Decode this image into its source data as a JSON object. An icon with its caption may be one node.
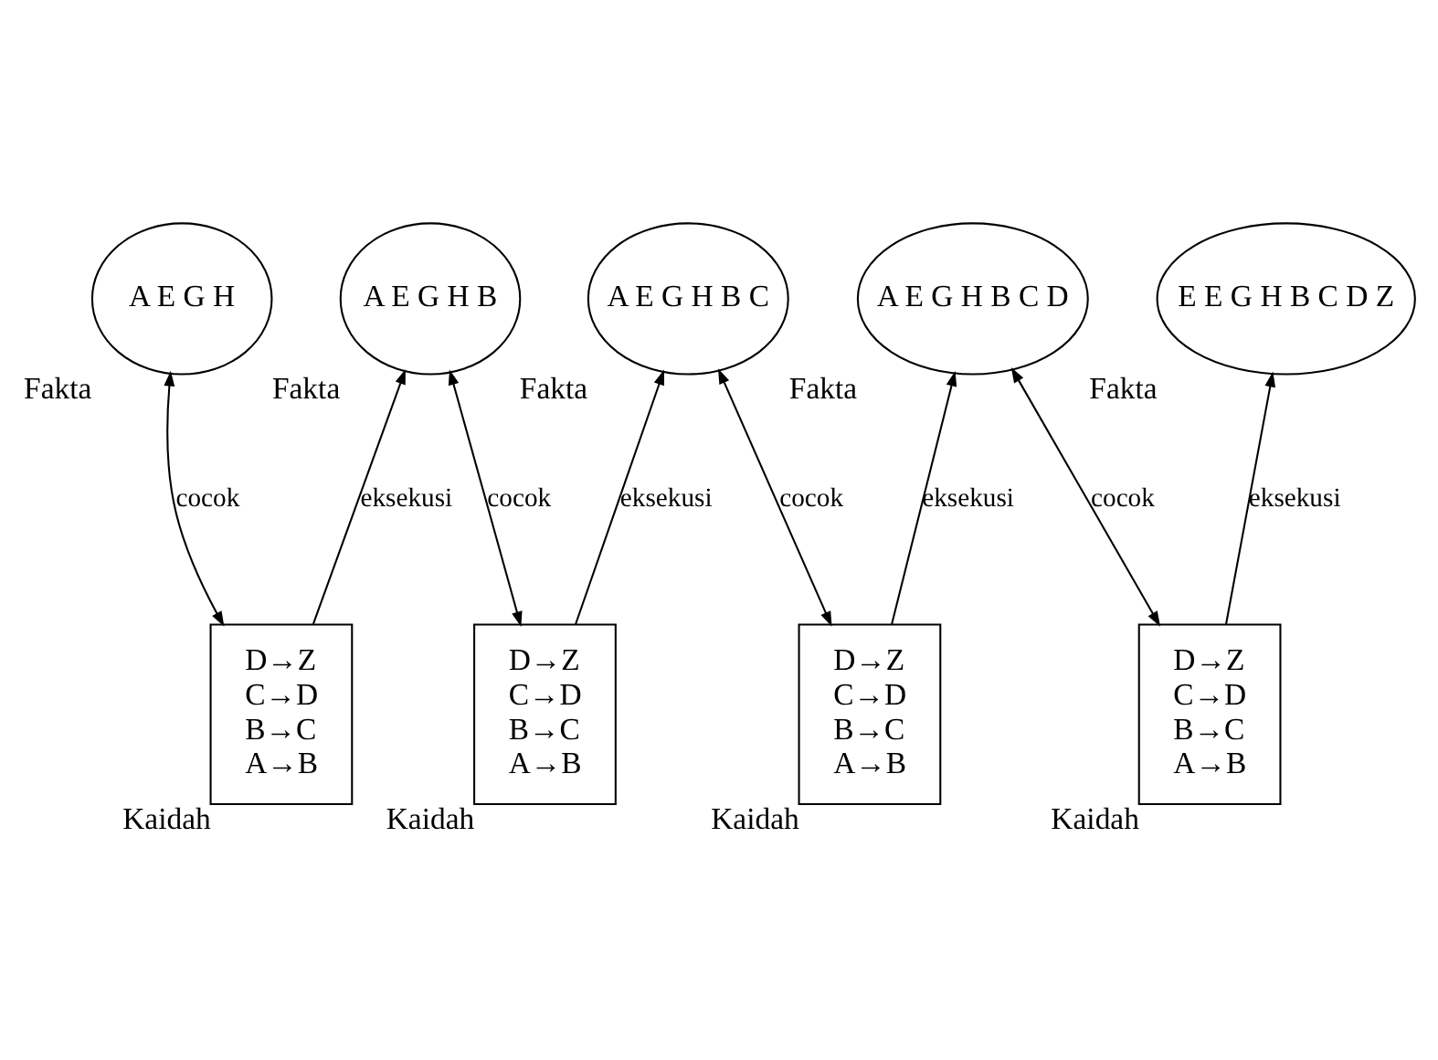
{
  "diagram": {
    "nodes": [
      {
        "text": [
          "A E G H"
        ],
        "beside": [
          "Fakta"
        ]
      },
      {
        "text": [
          "A E G H B"
        ],
        "beside": [
          "Fakta"
        ]
      },
      {
        "text": [
          "A E G H B C"
        ],
        "beside": [
          "Fakta"
        ]
      },
      {
        "text": [
          "A E G H B C D"
        ],
        "beside": [
          "Fakta"
        ]
      },
      {
        "text": [
          "E E G H B C D Z"
        ],
        "beside": [
          "Fakta"
        ]
      },
      {
        "text": [
          "D→Z",
          "C→D",
          "B→C",
          "A→B"
        ],
        "beside": [
          "Kaidah"
        ]
      },
      {
        "text": [
          "D→Z",
          "C→D",
          "B→C",
          "A→B"
        ],
        "beside": [
          "Kaidah"
        ]
      },
      {
        "text": [
          "D→Z",
          "C→D",
          "B→C",
          "A→B"
        ],
        "beside": [
          "Kaidah"
        ]
      },
      {
        "text": [
          "D→Z",
          "C→D",
          "B→C",
          "A→B"
        ],
        "beside": [
          "Kaidah"
        ]
      }
    ],
    "edges": [
      {
        "from": 5,
        "to": 0,
        "arrow": "both",
        "label": "cocok"
      },
      {
        "from": 5,
        "to": 1,
        "arrow": "to",
        "label": "eksekusi"
      },
      {
        "from": 6,
        "to": 1,
        "arrow": "both",
        "label": "cocok"
      },
      {
        "from": 6,
        "to": 2,
        "arrow": "to",
        "label": "eksekusi"
      },
      {
        "from": 7,
        "to": 2,
        "arrow": "both",
        "label": "cocok"
      },
      {
        "from": 7,
        "to": 3,
        "arrow": "to",
        "label": "eksekusi"
      },
      {
        "from": 8,
        "to": 3,
        "arrow": "both",
        "label": "cocok"
      },
      {
        "from": 8,
        "to": 4,
        "arrow": "to",
        "label": "eksekusi"
      }
    ]
  }
}
